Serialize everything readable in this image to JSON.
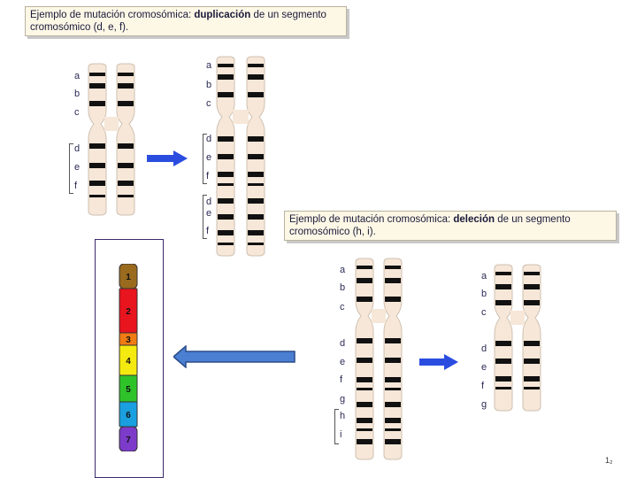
{
  "caption_dup": {
    "prefix": "Ejemplo de mutación cromosómica: ",
    "bold": "duplicación",
    "suffix": " de un segmento cromosómico (d, e, f)."
  },
  "caption_del": {
    "prefix": "Ejemplo de mutación cromosómica: ",
    "bold": "deleción",
    "suffix": " de un segmento cromosómico (h, i)."
  },
  "chromo1_labels": [
    "a",
    "b",
    "c",
    "d",
    "e",
    "f"
  ],
  "chromo2_labels": [
    "a",
    "b",
    "c",
    "d",
    "e",
    "f",
    "d",
    "e",
    "f"
  ],
  "chromo3_labels": [
    "a",
    "b",
    "c",
    "d",
    "e",
    "f",
    "g",
    "h",
    "i"
  ],
  "chromo4_labels": [
    "a",
    "b",
    "c",
    "d",
    "e",
    "f",
    "g"
  ],
  "segments": [
    "1",
    "2",
    "3",
    "4",
    "5",
    "6",
    "7"
  ],
  "segment_colors": [
    "#9a6a1e",
    "#e8141e",
    "#f07c14",
    "#f5ea10",
    "#2fc32a",
    "#1aa0e0",
    "#7d3bc9"
  ],
  "page_number": "1₂"
}
